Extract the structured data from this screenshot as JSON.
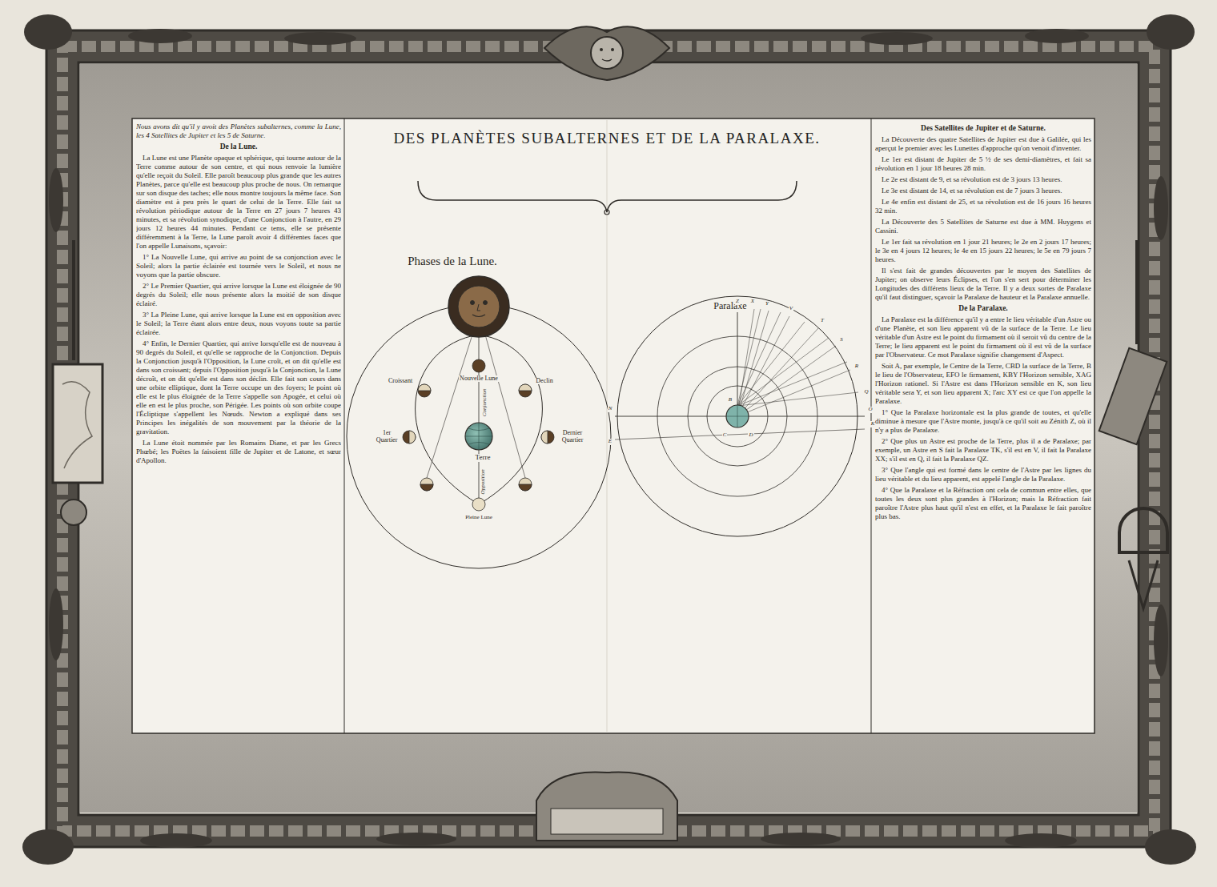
{
  "diagram": {
    "title": "DES PLANÈTES SUBALTERNES ET DE LA PARALAXE.",
    "nodes": [
      {
        "text": [
          "Nous avons dit qu'il y avoit des Planètes subalternes, comme la Lune, les 4 Satellites de Jupiter et les 5 de Saturne.",
          "De la Lune.",
          "La Lune est une Planète opaque et sphérique, qui tourne autour de la Terre comme autour de son centre, et qui nous renvoie la lumière qu'elle reçoit du Soleil. Elle paroît beaucoup plus grande que les autres Planètes, parce qu'elle est beaucoup plus proche de nous. On remarque sur son disque des taches; elle nous montre toujours la même face. Son diamètre est à peu près le quart de celui de la Terre. Elle fait sa révolution périodique autour de la Terre en 27 jours 7 heures 43 minutes, et sa révolution synodique, d'une Conjonction à l'autre, en 29 jours 12 heures 44 minutes. Pendant ce tems, elle se présente différemment à la Terre, la Lune paroît avoir 4 différentes faces que l'on appelle Lunaisons, sçavoir:",
          "1° La Nouvelle Lune, qui arrive au point de sa conjonction avec le Soleil; alors la partie éclairée est tournée vers le Soleil, et nous ne voyons que la partie obscure.",
          "2° Le Premier Quartier, qui arrive lorsque la Lune est éloignée de 90 degrés du Soleil; elle nous présente alors la moitié de son disque éclairé.",
          "3° La Pleine Lune, qui arrive lorsque la Lune est en opposition avec le Soleil; la Terre étant alors entre deux, nous voyons toute sa partie éclairée.",
          "4° Enfin, le Dernier Quartier, qui arrive lorsqu'elle est de nouveau à 90 degrés du Soleil, et qu'elle se rapproche de la Conjonction. Depuis la Conjonction jusqu'à l'Opposition, la Lune croît, et on dit qu'elle est dans son croissant; depuis l'Opposition jusqu'à la Conjonction, la Lune décroît, et on dit qu'elle est dans son déclin. Elle fait son cours dans une orbite elliptique, dont la Terre occupe un des foyers; le point où elle est le plus éloignée de la Terre s'appelle son Apogée, et celui où elle en est le plus proche, son Périgée. Les points où son orbite coupe l'Écliptique s'appellent les Nœuds. Newton a expliqué dans ses Principes les inégalités de son mouvement par la théorie de la gravitation.",
          "La Lune étoit nommée par les Romains Diane, et par les Grecs Phœbé; les Poëtes la faisoient fille de Jupiter et de Latone, et sœur d'Apollon."
        ]
      },
      {
        "text": [
          "Des Satellites de Jupiter et de Saturne.",
          "La Découverte des quatre Satellites de Jupiter est due à Galilée, qui les aperçut le premier avec les Lunettes d'approche qu'on venoit d'inventer.",
          "Le 1er est distant de Jupiter de 5 ½ de ses demi-diamètres, et fait sa révolution en 1 jour 18 heures 28 min.",
          "Le 2e est distant de 9, et sa révolution est de 3 jours 13 heures.",
          "Le 3e est distant de 14, et sa révolution est de 7 jours 3 heures.",
          "Le 4e enfin est distant de 25, et sa révolution est de 16 jours 16 heures 32 min.",
          "La Découverte des 5 Satellites de Saturne est due à MM. Huygens et Cassini.",
          "Le 1er fait sa révolution en 1 jour 21 heures; le 2e en 2 jours 17 heures; le 3e en 4 jours 12 heures; le 4e en 15 jours 22 heures; le 5e en 79 jours 7 heures.",
          "Il s'est fait de grandes découvertes par le moyen des Satellites de Jupiter; on observe leurs Éclipses, et l'on s'en sert pour déterminer les Longitudes des différens lieux de la Terre. Il y a deux sortes de Paralaxe qu'il faut distinguer, sçavoir la Paralaxe de hauteur et la Paralaxe annuelle.",
          "De la Paralaxe.",
          "La Paralaxe est la différence qu'il y a entre le lieu véritable d'un Astre ou d'une Planète, et son lieu apparent vû de la surface de la Terre. Le lieu véritable d'un Astre est le point du firmament où il seroit vû du centre de la Terre; le lieu apparent est le point du firmament où il est vû de la surface par l'Observateur. Ce mot Paralaxe signifie changement d'Aspect.",
          "Soit A, par exemple, le Centre de la Terre, CBD la surface de la Terre, B le lieu de l'Observateur, EFO le firmament, KBY l'Horizon sensible, XAG l'Horizon rationel. Si l'Astre est dans l'Horizon sensible en K, son lieu véritable sera Y, et son lieu apparent X; l'arc XY est ce que l'on appelle la Paralaxe.",
          "1° Que la Paralaxe horizontale est la plus grande de toutes, et qu'elle diminue à mesure que l'Astre monte, jusqu'à ce qu'il soit au Zénith Z, où il n'y a plus de Paralaxe.",
          "2° Que plus un Astre est proche de la Terre, plus il a de Paralaxe; par exemple, un Astre en S fait la Paralaxe TK, s'il est en V, il fait la Paralaxe XX; s'il est en Q, il fait la Paralaxe QZ.",
          "3° Que l'angle qui est formé dans le centre de l'Astre par les lignes du lieu véritable et du lieu apparent, est appelé l'angle de la Paralaxe.",
          "4° Que la Paralaxe et la Réfraction ont cela de commun entre elles, que toutes les deux sont plus grandes à l'Horizon; mais la Réfraction fait paroître l'Astre plus haut qu'il n'est en effet, et la Paralaxe le fait paroître plus bas."
        ]
      }
    ],
    "labels": [
      "Phases de la Lune.",
      "Nouvelle Lune",
      "Croissant",
      "Declin",
      "1er Quartier",
      "Dernier Quartier",
      "Terre",
      "Conjonction",
      "Opposition",
      "Pleine Lune",
      "Paralaxe",
      "Z",
      "X",
      "Y",
      "V",
      "T",
      "S",
      "R",
      "Q",
      "K",
      "N",
      "O",
      "E",
      "C",
      "D",
      "B"
    ]
  }
}
